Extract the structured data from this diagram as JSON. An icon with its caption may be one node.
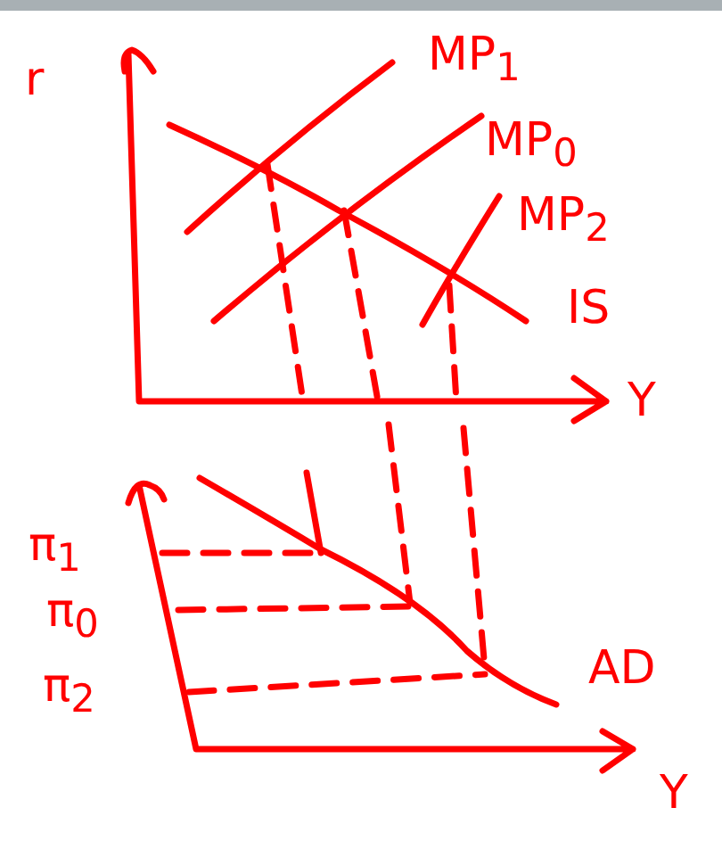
{
  "diagram": {
    "labels": [
      "r",
      "MP$_{1}$",
      "MP$_{0}$",
      "MP$_{2}$",
      "IS",
      "Y",
      "π$_{1}$",
      "π$_{0}$",
      "π$_{2}$",
      "AD",
      "Y"
    ]
  }
}
